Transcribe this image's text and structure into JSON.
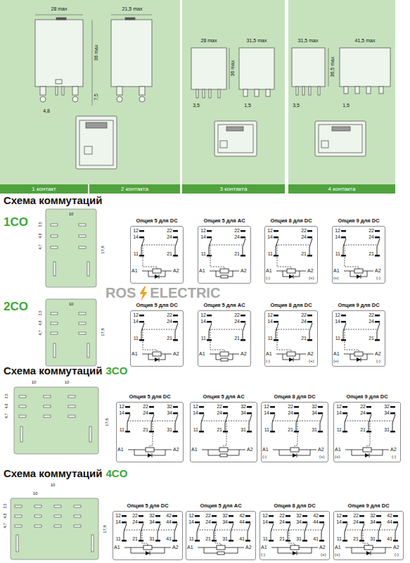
{
  "diagram": {
    "title": "Схема коммутаций",
    "nodes": [
      {
        "text": [
          "1 контакт"
        ]
      },
      {
        "text": [
          "2 контакта"
        ]
      },
      {
        "text": [
          "3 контакта"
        ]
      },
      {
        "text": [
          "4 контакта"
        ]
      },
      {
        "text": [
          "Опция 5 для DC"
        ]
      },
      {
        "text": [
          "Опция 5 для AC"
        ]
      },
      {
        "text": [
          "Опция 8 для DC"
        ]
      },
      {
        "text": [
          "Опция 9 для DC"
        ]
      },
      {
        "text": [
          "Опция 5 для DC"
        ]
      },
      {
        "text": [
          "Опция 5 для AC"
        ]
      },
      {
        "text": [
          "Опция 8 для DC"
        ]
      },
      {
        "text": [
          "Опция 9 для DC"
        ]
      },
      {
        "text": [
          "Опция 5 для DC"
        ]
      },
      {
        "text": [
          "Опция 5 для AC"
        ]
      },
      {
        "text": [
          "Опция 8 для DC"
        ]
      },
      {
        "text": [
          "Опция 9 для DC"
        ]
      },
      {
        "text": [
          "Опция 5 для DC"
        ]
      },
      {
        "text": [
          "Опция 5 для AC"
        ]
      },
      {
        "text": [
          "Опция 8 для DC"
        ]
      },
      {
        "text": [
          "Опция 9 для DC"
        ]
      }
    ],
    "labels": [
      "28 max",
      "21,5 max",
      "36 max",
      "7,5",
      "4,8",
      "28 max",
      "31,5 max",
      "36 max",
      "3,5",
      "1,5",
      "31,5 max",
      "41,5 max",
      "36,5 max",
      "3,5",
      "1,5",
      "1CO",
      "10",
      "3,5",
      "4,8",
      "4,7",
      "17,8",
      "12",
      "14",
      "11",
      "22",
      "24",
      "21",
      "A1",
      "A2",
      "12",
      "14",
      "11",
      "22",
      "24",
      "21",
      "A1",
      "A2",
      "12",
      "14",
      "11",
      "22",
      "24",
      "21",
      "A1",
      "A2",
      "(-)",
      "(+)",
      "12",
      "14",
      "11",
      "22",
      "24",
      "21",
      "A1",
      "A2",
      "(+)",
      "(-)",
      "ROS",
      "ELECTRIC",
      "2CO",
      "10",
      "3,5",
      "4,8",
      "4,7",
      "17,8",
      "12",
      "14",
      "11",
      "22",
      "24",
      "21",
      "A1",
      "A2",
      "12",
      "14",
      "11",
      "22",
      "24",
      "21",
      "A1",
      "A2",
      "12",
      "14",
      "11",
      "22",
      "24",
      "21",
      "A1",
      "A2",
      "(-)",
      "(+)",
      "12",
      "14",
      "11",
      "22",
      "24",
      "21",
      "A1",
      "A2",
      "(+)",
      "(-)",
      "Схема коммутаций",
      "3CO",
      "10",
      "10",
      "3,5",
      "4,8",
      "4,7",
      "17,8",
      "12",
      "14",
      "11",
      "22",
      "24",
      "21",
      "32",
      "34",
      "31",
      "A1",
      "A2",
      "12",
      "14",
      "11",
      "22",
      "24",
      "21",
      "32",
      "34",
      "31",
      "A1",
      "A2",
      "12",
      "14",
      "11",
      "22",
      "24",
      "21",
      "32",
      "34",
      "31",
      "A1",
      "A2",
      "(-)",
      "(+)",
      "12",
      "14",
      "11",
      "22",
      "24",
      "21",
      "32",
      "34",
      "31",
      "A1",
      "A2",
      "(+)",
      "(-)",
      "Схема коммутаций",
      "4CO",
      "10",
      "10",
      "3,5",
      "4,8",
      "4,7",
      "17,8",
      "12",
      "14",
      "11",
      "22",
      "24",
      "21",
      "32",
      "34",
      "31",
      "42",
      "44",
      "41",
      "A1",
      "A2",
      "12",
      "14",
      "11",
      "22",
      "24",
      "21",
      "32",
      "34",
      "31",
      "42",
      "44",
      "41",
      "A1",
      "A2",
      "12",
      "14",
      "11",
      "22",
      "24",
      "21",
      "32",
      "34",
      "31",
      "42",
      "44",
      "41",
      "A1",
      "A2",
      "(-)",
      "(+)",
      "12",
      "14",
      "11",
      "22",
      "24",
      "21",
      "32",
      "34",
      "31",
      "42",
      "44",
      "41",
      "A1",
      "A2",
      "(+)",
      "(-)"
    ]
  }
}
